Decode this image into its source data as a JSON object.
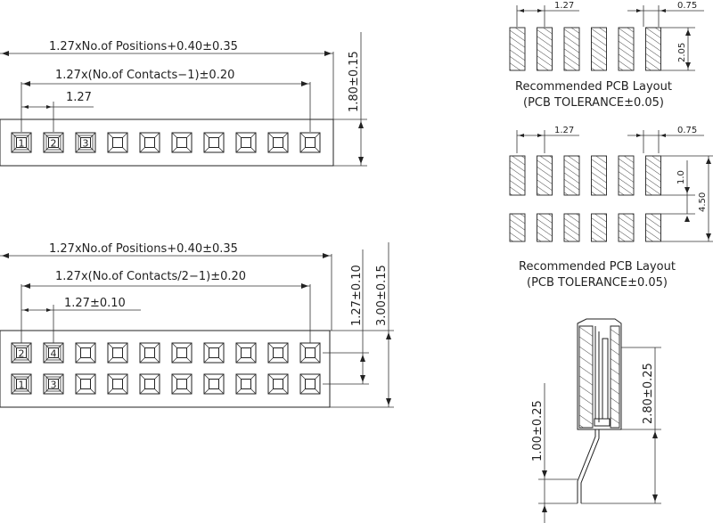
{
  "single_row": {
    "total_width": "1.27xNo.of Positions+0.40±0.35",
    "contact_span": "1.27x(No.of Contacts−1)±0.20",
    "pitch": "1.27",
    "height": "1.80±0.15",
    "pin_numbers": [
      "1",
      "2",
      "3"
    ],
    "cell_count": 10
  },
  "dual_row": {
    "total_width": "1.27xNo.of Positions+0.40±0.35",
    "contact_span": "1.27x(No.of Contacts/2−1)±0.20",
    "pitch": "1.27±0.10",
    "row_pitch": "1.27±0.10",
    "height": "3.00±0.15",
    "top_pin_numbers": [
      "2",
      "4"
    ],
    "bottom_pin_numbers": [
      "1",
      "3"
    ],
    "cell_count": 10
  },
  "pcb_single": {
    "pitch": "1.27",
    "pad_width": "0.75",
    "pad_length": "2.05",
    "caption_line1": "Recommended PCB Layout",
    "caption_line2": "(PCB TOLERANCE±0.05)",
    "pad_count": 6
  },
  "pcb_dual": {
    "pitch": "1.27",
    "pad_width": "0.75",
    "row_gap": "1.0",
    "total_length": "4.50",
    "caption_line1": "Recommended PCB Layout",
    "caption_line2": "(PCB TOLERANCE±0.05)",
    "pad_count": 6
  },
  "side_view": {
    "body_height": "2.80±0.25",
    "lead_length": "1.00±0.25"
  }
}
